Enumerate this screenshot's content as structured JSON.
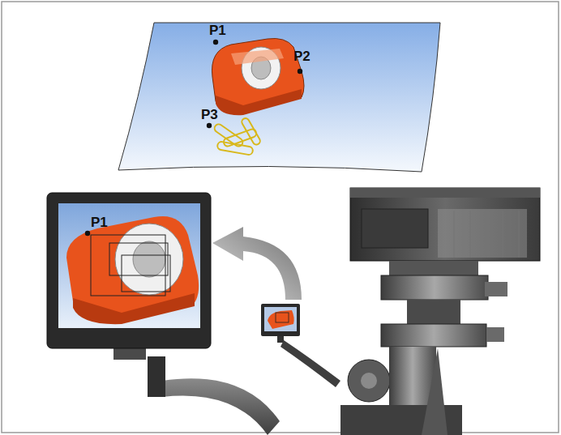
{
  "diagram": {
    "labels": [
      "P1",
      "P2",
      "P3",
      "P1"
    ]
  }
}
